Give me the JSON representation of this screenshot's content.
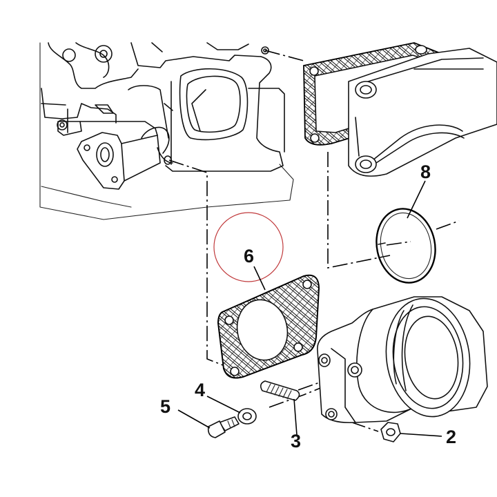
{
  "diagram": {
    "callouts": {
      "c2": "2",
      "c3": "3",
      "c4": "4",
      "c5": "5",
      "c6": "6",
      "c8": "8"
    },
    "highlight_color": "#c0393b",
    "line_color": "#000000"
  }
}
